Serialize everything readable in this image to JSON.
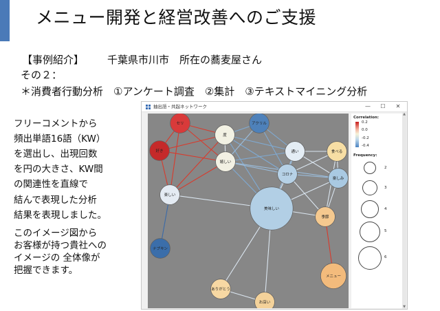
{
  "slide": {
    "title": "メニュー開発と経営改善へのご支援",
    "case_label": "【事例紹介】",
    "case_location": "千葉県市川市　所在の蕎麦屋さん",
    "case_number": "その２：",
    "analysis_line": "＊消費者行動分析　①アンケート調査　②集計　③テキストマイニング分析",
    "description_lines": [
      "フリーコメントから",
      "頻出単語16語（KW）",
      "を選出し、出現回数",
      "を円の大きさ、KW間",
      "の関連性を直線で",
      "結んで表現した分析",
      "結果を表現しました。",
      "このイメージ図から",
      "お客様が持つ貴社への",
      "イメージの 全体像が",
      "把握できます。"
    ]
  },
  "window": {
    "title": "抽出語・共起ネットワーク",
    "min_icon": "minimize-icon",
    "max_icon": "maximize-icon",
    "close_icon": "close-icon",
    "min_glyph": "—",
    "max_glyph": "☐",
    "close_glyph": "✕"
  },
  "legend": {
    "correlation_title": "Correlation:",
    "correlation_ticks": [
      "0.2",
      "0.0",
      "-0.2",
      "-0.4"
    ],
    "frequency_title": "Frequency:",
    "frequency_labels": [
      "2",
      "3",
      "4",
      "5",
      "6"
    ]
  },
  "network": {
    "nodes": [
      {
        "id": "seri",
        "label": "セリ",
        "color": "#d83a3a",
        "frequency": 2
      },
      {
        "id": "suki",
        "label": "好き",
        "color": "#c52a2a",
        "frequency": 2
      },
      {
        "id": "do",
        "label": "度",
        "color": "#f2f1e3",
        "frequency": 2
      },
      {
        "id": "ureshii",
        "label": "嬉しい",
        "color": "#f2f0e3",
        "frequency": 2
      },
      {
        "id": "akuril",
        "label": "アクリル",
        "color": "#4e81ba",
        "frequency": 2
      },
      {
        "id": "kayoi",
        "label": "通い",
        "color": "#e4edf5",
        "frequency": 2
      },
      {
        "id": "corona",
        "label": "コロナ",
        "color": "#b6d1e6",
        "frequency": 2
      },
      {
        "id": "taberu",
        "label": "食べる",
        "color": "#f7dea4",
        "frequency": 2
      },
      {
        "id": "tanoshimi",
        "label": "楽しみ",
        "color": "#a9c9e2",
        "frequency": 2
      },
      {
        "id": "tanoshii",
        "label": "楽しい",
        "color": "#e4ebf3",
        "frequency": 2
      },
      {
        "id": "oishii",
        "label": "美味しい",
        "color": "#b2cfe5",
        "frequency": 6
      },
      {
        "id": "jisan",
        "label": "季節",
        "color": "#f5c98f",
        "frequency": 2
      },
      {
        "id": "nabe",
        "label": "ナプキン",
        "color": "#3b6eaa",
        "frequency": 2
      },
      {
        "id": "menu",
        "label": "メニュー",
        "color": "#f3bb7c",
        "frequency": 3
      },
      {
        "id": "arigatou",
        "label": "ありがとう",
        "color": "#f7d8a3",
        "frequency": 2
      },
      {
        "id": "omise",
        "label": "お店い",
        "color": "#f4d29a",
        "frequency": 2
      }
    ],
    "edges": [
      {
        "from": "seri",
        "to": "suki",
        "color": "#d83a2c"
      },
      {
        "from": "seri",
        "to": "do",
        "color": "#d83a2c"
      },
      {
        "from": "seri",
        "to": "ureshii",
        "color": "#d83a2c"
      },
      {
        "from": "seri",
        "to": "tanoshii",
        "color": "#d83a2c"
      },
      {
        "from": "suki",
        "to": "do",
        "color": "#d83a2c"
      },
      {
        "from": "suki",
        "to": "ureshii",
        "color": "#d83a2c"
      },
      {
        "from": "suki",
        "to": "tanoshii",
        "color": "#d83a2c"
      },
      {
        "from": "do",
        "to": "ureshii",
        "color": "#dfe6ee"
      },
      {
        "from": "do",
        "to": "tanoshii",
        "color": "#d83a2c"
      },
      {
        "from": "do",
        "to": "kayoi",
        "color": "#7faad3"
      },
      {
        "from": "do",
        "to": "corona",
        "color": "#7faad3"
      },
      {
        "from": "do",
        "to": "akuril",
        "color": "#7faad3"
      },
      {
        "from": "do",
        "to": "oishii",
        "color": "#7faad3"
      },
      {
        "from": "ureshii",
        "to": "tanoshii",
        "color": "#d83a2c"
      },
      {
        "from": "ureshii",
        "to": "kayoi",
        "color": "#7faad3"
      },
      {
        "from": "ureshii",
        "to": "corona",
        "color": "#9bbede"
      },
      {
        "from": "ureshii",
        "to": "tanoshimi",
        "color": "#9bbede"
      },
      {
        "from": "ureshii",
        "to": "oishii",
        "color": "#7faad3"
      },
      {
        "from": "ureshii",
        "to": "akuril",
        "color": "#9bbede"
      },
      {
        "from": "akuril",
        "to": "kayoi",
        "color": "#7faad3"
      },
      {
        "from": "akuril",
        "to": "corona",
        "color": "#7faad3"
      },
      {
        "from": "kayoi",
        "to": "corona",
        "color": "#9bbede"
      },
      {
        "from": "kayoi",
        "to": "tanoshimi",
        "color": "#dbe6f0"
      },
      {
        "from": "kayoi",
        "to": "taberu",
        "color": "#dbe6f0"
      },
      {
        "from": "kayoi",
        "to": "oishii",
        "color": "#9bbede"
      },
      {
        "from": "corona",
        "to": "tanoshimi",
        "color": "#9bbede"
      },
      {
        "from": "corona",
        "to": "taberu",
        "color": "#dbe6f0"
      },
      {
        "from": "corona",
        "to": "oishii",
        "color": "#dbe6f0"
      },
      {
        "from": "corona",
        "to": "jisan",
        "color": "#dbe6f0"
      },
      {
        "from": "taberu",
        "to": "tanoshimi",
        "color": "#dbe6f0"
      },
      {
        "from": "taberu",
        "to": "jisan",
        "color": "#dbe6f0"
      },
      {
        "from": "tanoshimi",
        "to": "jisan",
        "color": "#dbe6f0"
      },
      {
        "from": "tanoshimi",
        "to": "oishii",
        "color": "#dbe6f0"
      },
      {
        "from": "tanoshii",
        "to": "oishii",
        "color": "#dbe6f0"
      },
      {
        "from": "tanoshii",
        "to": "nabe",
        "color": "#3a6aa8"
      },
      {
        "from": "oishii",
        "to": "jisan",
        "color": "#dbe6f0"
      },
      {
        "from": "oishii",
        "to": "arigatou",
        "color": "#dbe6f0"
      },
      {
        "from": "oishii",
        "to": "omise",
        "color": "#dbe6f0"
      },
      {
        "from": "arigatou",
        "to": "omise",
        "color": "#dbe6f0"
      },
      {
        "from": "jisan",
        "to": "menu",
        "color": "#d83a2c"
      }
    ]
  }
}
